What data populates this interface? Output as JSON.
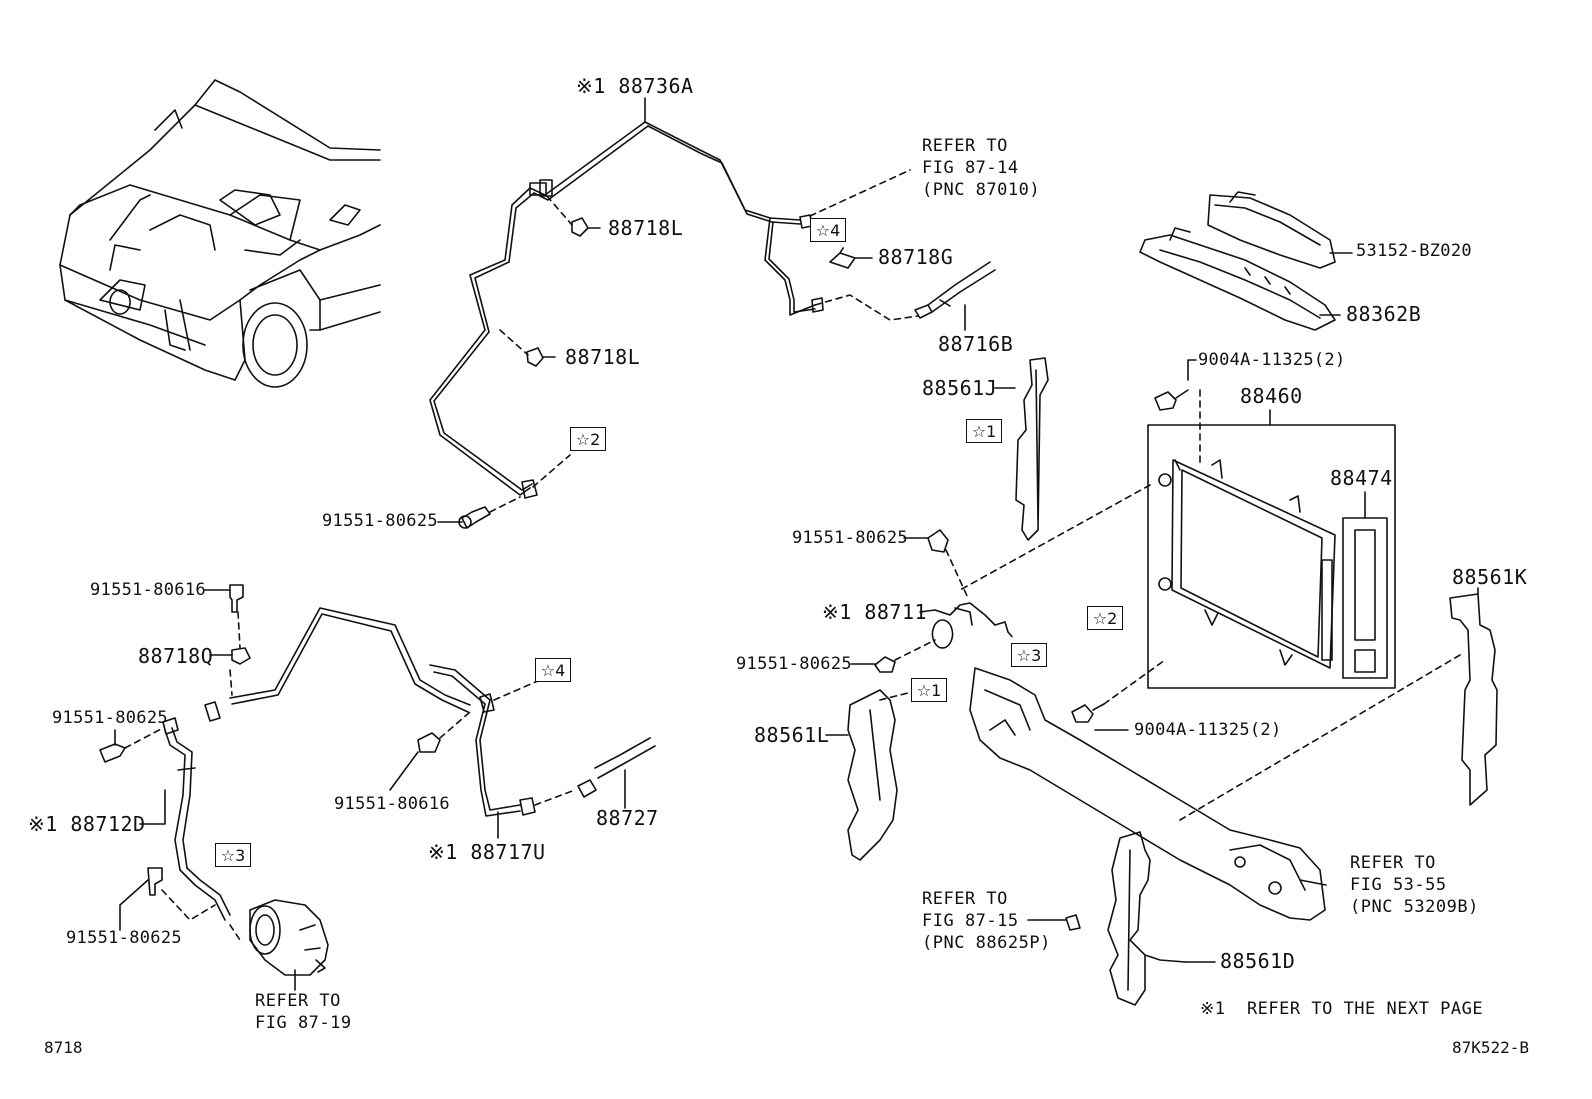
{
  "labels": {
    "p88736A": "※1 88736A",
    "p88718L_a": "88718L",
    "p88718G": "88718G",
    "p88718L_b": "88718L",
    "p88716B": "88716B",
    "p91551_80625_a": "91551-80625",
    "p53152": "53152-BZ020",
    "p88362B": "88362B",
    "p9004A_a": "9004A-11325(2)",
    "p88460": "88460",
    "p88474": "88474",
    "p88561J": "88561J",
    "p91551_80625_b": "91551-80625",
    "p88711": "※1 88711",
    "p91551_80625_c": "91551-80625",
    "p88561K": "88561K",
    "p9004A_b": "9004A-11325(2)",
    "p88561L": "88561L",
    "p91551_80616_a": "91551-80616",
    "p88718Q": "88718Q",
    "p91551_80625_d": "91551-80625",
    "p88712D": "※1 88712D",
    "p91551_80625_e": "91551-80625",
    "p91551_80616_b": "91551-80616",
    "p88717U": "※1 88717U",
    "p88727": "88727",
    "p88561D": "88561D"
  },
  "refs": {
    "fig87_14": "REFER TO\nFIG 87-14\n(PNC 87010)",
    "fig87_19": "REFER TO\nFIG 87-19",
    "fig87_15": "REFER TO\nFIG 87-15\n(PNC 88625P)",
    "fig53_55": "REFER TO\nFIG 53-55\n(PNC 53209B)",
    "next_page": "※1  REFER TO THE NEXT PAGE"
  },
  "stars": {
    "s4_top": "☆4",
    "s2_top": "☆2",
    "s1_j": "☆1",
    "s2_cond": "☆2",
    "s3_mid": "☆3",
    "s1_l": "☆1",
    "s4_low": "☆4",
    "s3_low": "☆3"
  },
  "corner": {
    "left": "8718",
    "right": "87K522-B"
  }
}
